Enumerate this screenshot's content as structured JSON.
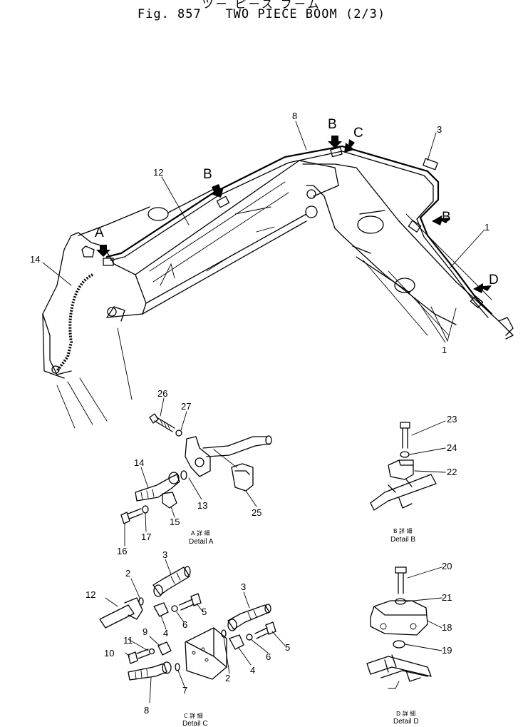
{
  "header": {
    "jp_title": "ツー ピース ブーム",
    "title": "Fig. 857   TWO PIECE BOOM (2/3)"
  },
  "callouts": {
    "A": "A",
    "B": "B",
    "C": "C",
    "D": "D"
  },
  "part_numbers": {
    "p1": "1",
    "p2": "2",
    "p3": "3",
    "p4": "4",
    "p5": "5",
    "p6": "6",
    "p7": "7",
    "p8": "8",
    "p9": "9",
    "p10": "10",
    "p11": "11",
    "p12": "12",
    "p13": "13",
    "p14": "14",
    "p15": "15",
    "p16": "16",
    "p17": "17",
    "p18": "18",
    "p19": "19",
    "p20": "20",
    "p21": "21",
    "p22": "22",
    "p23": "23",
    "p24": "24",
    "p25": "25",
    "p26": "26",
    "p27": "27"
  },
  "details": {
    "a": {
      "jp": "A 詳 細",
      "en": "Detail A"
    },
    "b": {
      "jp": "B 詳 細",
      "en": "Detail B"
    },
    "c": {
      "jp": "C 詳 細",
      "en": "Detail C"
    },
    "d": {
      "jp": "D 詳 細",
      "en": "Detail D"
    }
  }
}
